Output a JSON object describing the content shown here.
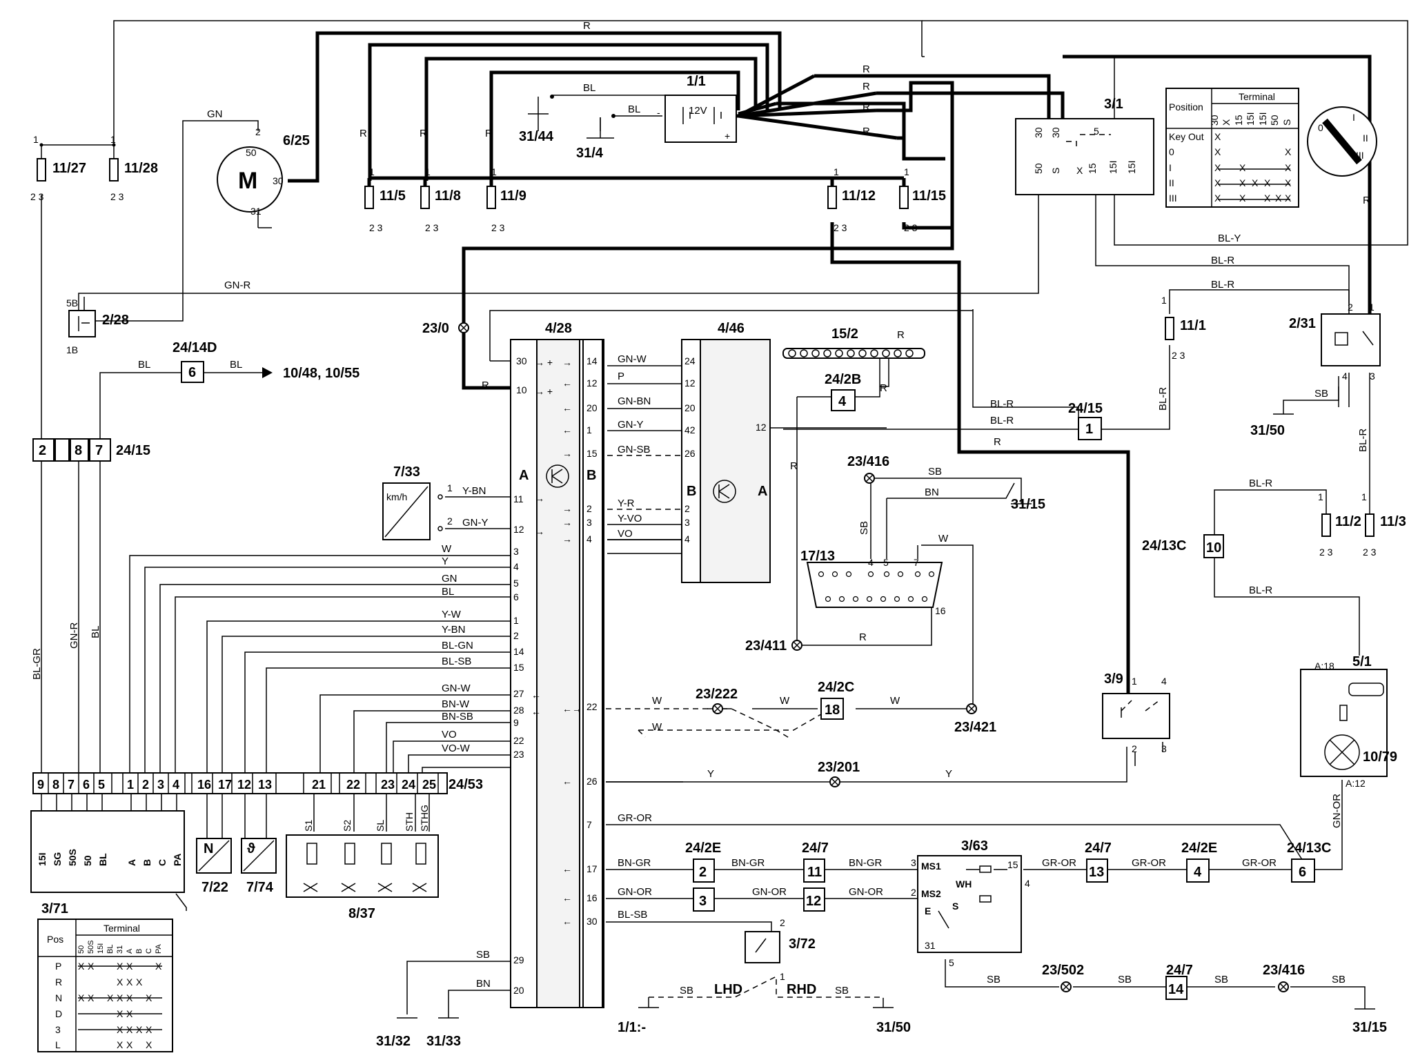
{
  "components": {
    "c1_1": "1/1",
    "c3_1": "3/1",
    "c6_25": "6/25",
    "c11_27": "11/27",
    "c11_28": "11/28",
    "c11_5": "11/5",
    "c11_8": "11/8",
    "c11_9": "11/9",
    "c11_12": "11/12",
    "c11_15": "11/15",
    "c31_44": "31/44",
    "c31_4": "31/4",
    "c2_28": "2/28",
    "c24_14d": "24/14D",
    "c10_48": "10/48, 10/55",
    "c23_0": "23/0",
    "c4_28": "4/28",
    "c4_46": "4/46",
    "c15_2": "15/2",
    "c24_2b": "24/2B",
    "c24_15a": "24/15",
    "c24_15b": "24/15",
    "c11_1": "11/1",
    "c2_31": "2/31",
    "c31_50a": "31/50",
    "c23_416a": "23/416",
    "c31_15a": "31/15",
    "c17_13": "17/13",
    "c23_411": "23/411",
    "c7_33": "7/33",
    "c24_13c_a": "24/13C",
    "c11_2": "11/2",
    "c11_3": "11/3",
    "c5_1": "5/1",
    "c10_79": "10/79",
    "c3_9": "3/9",
    "c23_222": "23/222",
    "c24_2c": "24/2C",
    "c23_421": "23/421",
    "c23_201": "23/201",
    "c24_53": "24/53",
    "c3_71": "3/71",
    "c7_22": "7/22",
    "c7_74": "7/74",
    "c8_37": "8/37",
    "c24_2e_a": "24/2E",
    "c24_7_a": "24/7",
    "c3_63": "3/63",
    "c24_7_b": "24/7",
    "c24_2e_b": "24/2E",
    "c24_13c_b": "24/13C",
    "c3_72": "3/72",
    "c23_502": "23/502",
    "c24_7_c": "24/7",
    "c23_416b": "23/416",
    "c31_15b": "31/15",
    "c1_1b": "1/1:-",
    "c31_50b": "31/50",
    "c31_32": "31/32",
    "c31_33": "31/33",
    "lhd": "LHD",
    "rhd": "RHD",
    "battery": "12V",
    "motor": "M",
    "kmh": "km/h",
    "a_label": "A",
    "b_label": "B",
    "b2_label": "B",
    "a2_label": "A",
    "a18": "A:18",
    "a12": "A:12"
  },
  "wire_colors": {
    "R": "R",
    "GN": "GN",
    "BL": "BL",
    "GN_R": "GN-R",
    "BL_GR": "BL-GR",
    "BL_Y": "BL-Y",
    "BL_R": "BL-R",
    "SB": "SB",
    "BN": "BN",
    "W": "W",
    "Y": "Y",
    "GN_W": "GN-W",
    "P": "P",
    "GN_BN": "GN-BN",
    "GN_Y": "GN-Y",
    "GN_SB": "GN-SB",
    "Y_R": "Y-R",
    "Y_VO": "Y-VO",
    "VO": "VO",
    "Y_BN": "Y-BN",
    "Y_W": "Y-W",
    "BL_GN": "BL-GN",
    "BL_SB": "BL-SB",
    "BN_W": "BN-W",
    "BN_SB": "BN-SB",
    "VO_W": "VO-W",
    "GR_OR": "GR-OR",
    "BN_GR": "BN-GR",
    "GN_OR": "GN-OR"
  },
  "ignition_table": {
    "title": "Terminal",
    "position": "Position",
    "columns": [
      "30",
      "X",
      "15",
      "15I",
      "15I",
      "50",
      "S"
    ],
    "rows": [
      "Key Out",
      "0",
      "I",
      "II",
      "III"
    ],
    "dial": [
      "0",
      "I",
      "II",
      "III"
    ]
  },
  "connector_24_53": {
    "pins": [
      "9",
      "8",
      "7",
      "6",
      "5",
      "1",
      "2",
      "3",
      "4",
      "16",
      "17",
      "12",
      "13",
      "21",
      "22",
      "23",
      "24",
      "25"
    ]
  },
  "module_3_71": {
    "labels": [
      "15I",
      "SG",
      "50S",
      "50",
      "BL",
      "A",
      "B",
      "C",
      "PA"
    ]
  },
  "solenoids": [
    "S1",
    "S2",
    "SL",
    "STH",
    "STHG"
  ],
  "gear_table": {
    "title": "Terminal",
    "pos": "Pos",
    "columns": [
      "50",
      "50S",
      "15I",
      "BL",
      "31",
      "A",
      "B",
      "C",
      "PA"
    ],
    "rows": [
      "P",
      "R",
      "N",
      "D",
      "3",
      "L"
    ]
  },
  "module_3_63": {
    "ms1": "MS1",
    "ms2": "MS2",
    "wh": "WH",
    "e": "E",
    "s": "S"
  }
}
